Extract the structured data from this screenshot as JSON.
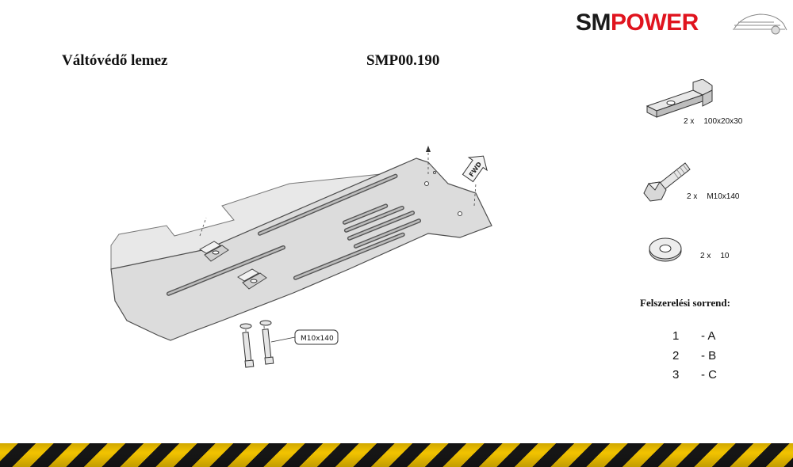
{
  "header": {
    "title": "Váltóvédő lemez",
    "code": "SMP00.190"
  },
  "logo": {
    "part1": "SM",
    "part2": "POWER",
    "color_dark": "#1a1a1a",
    "color_red": "#e0141e"
  },
  "diagram": {
    "bolt_callout": "M10x140",
    "fwd_label": "FWD"
  },
  "parts": [
    {
      "qty": "2 x",
      "spec": "100x20x30",
      "icon": "bracket-icon"
    },
    {
      "qty": "2 x",
      "spec": "M10x140",
      "icon": "bolt-icon"
    },
    {
      "qty": "2 x",
      "spec": "10",
      "icon": "washer-icon"
    }
  ],
  "assembly": {
    "title": "Felszerelési sorrend:",
    "steps": [
      {
        "num": "1",
        "letter": "- A"
      },
      {
        "num": "2",
        "letter": "- B"
      },
      {
        "num": "3",
        "letter": "- C"
      }
    ]
  },
  "colors": {
    "plate_fill": "#d9d9d9",
    "plate_stroke": "#555555",
    "stripe_yellow": "#f2c300",
    "stripe_black": "#161616"
  }
}
